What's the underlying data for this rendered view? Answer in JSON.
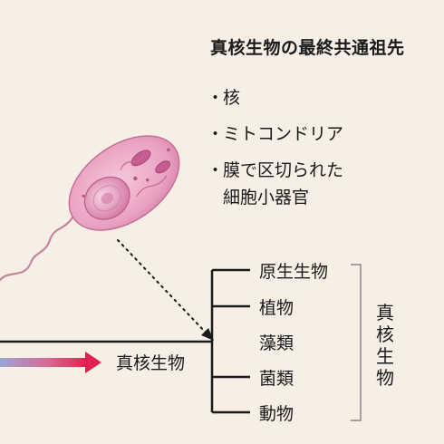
{
  "ancestor": {
    "title": "真核生物の最終共通祖先",
    "features": [
      {
        "bullet": "・",
        "lines": [
          "核"
        ]
      },
      {
        "bullet": "・",
        "lines": [
          "ミトコンドリア"
        ]
      },
      {
        "bullet": "・",
        "lines": [
          "膜で区切られた",
          "細胞小器官"
        ]
      }
    ]
  },
  "tree": {
    "trunk_label": "真核生物",
    "branches": [
      "原生生物",
      "植物",
      "藻類",
      "菌類",
      "動物"
    ],
    "group_label": "真核生物"
  },
  "colors": {
    "background": "#f7efe6",
    "line": "#1a1a1a",
    "arrow_start": "#9aa6d8",
    "arrow_end": "#e0204f",
    "cell_fill": "#e9a2c1",
    "cell_outline": "#c96f97",
    "nucleus": "#d57aa6",
    "flagellum": "#c2879e"
  }
}
